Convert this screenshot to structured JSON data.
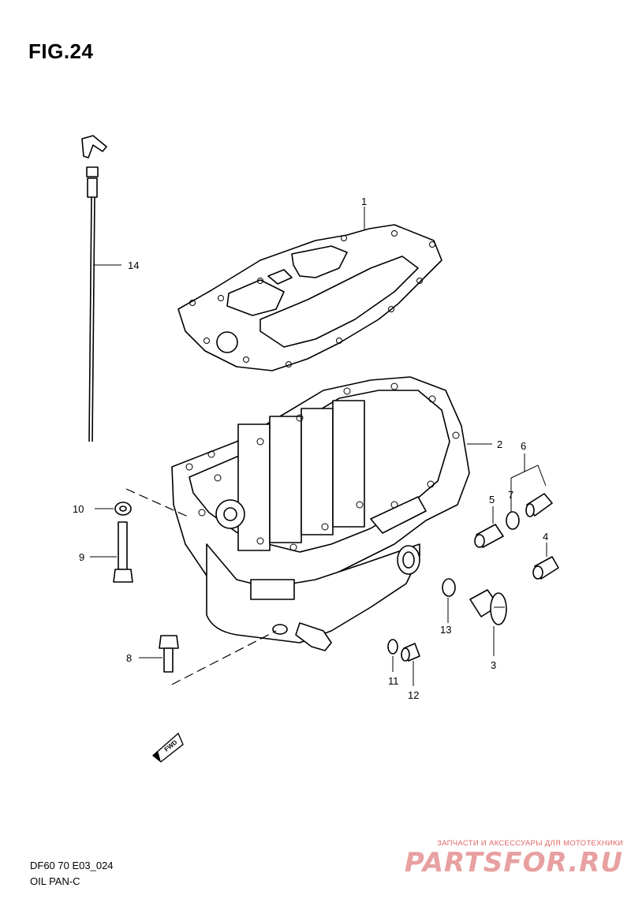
{
  "header": {
    "figure_title": "FIG.24"
  },
  "callouts": [
    "1",
    "2",
    "3",
    "4",
    "5",
    "6",
    "7",
    "8",
    "9",
    "10",
    "11",
    "12",
    "13",
    "14"
  ],
  "fwd_badge": "FWD",
  "footer": {
    "model_code": "DF60 70 E03_024",
    "section_name": "OIL PAN-C"
  },
  "watermark": {
    "tagline": "ЗАПЧАСТИ И АКСЕССУАРЫ ДЛЯ МОТОТЕХНИКИ",
    "logo": "PARTSFOR.RU",
    "color": "#e06666"
  }
}
